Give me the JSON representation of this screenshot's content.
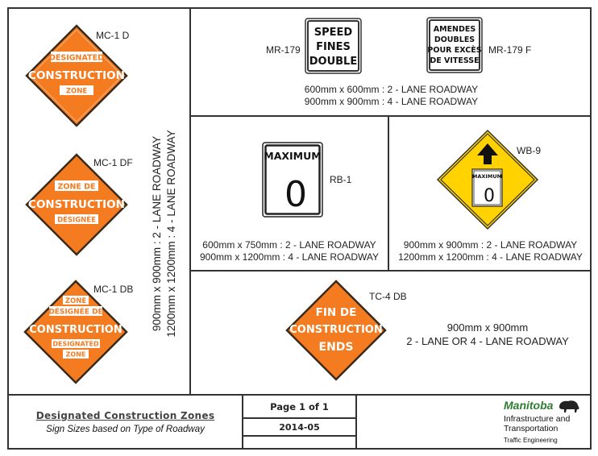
{
  "signs": {
    "mc1d": {
      "code": "MC-1 D",
      "lines": [
        "DESIGNATED",
        "CONSTRUCTION",
        "ZONE"
      ]
    },
    "mc1df": {
      "code": "MC-1 DF",
      "lines": [
        "ZONE DE",
        "CONSTRUCTION",
        "DÉSIGNÉE"
      ]
    },
    "mc1db": {
      "code": "MC-1 DB",
      "lines": [
        "ZONE",
        "DÉSIGNÉE DE",
        "CONSTRUCTION",
        "DESIGNATED",
        "ZONE"
      ]
    },
    "mr179": {
      "code": "MR-179",
      "lines": [
        "SPEED",
        "FINES",
        "DOUBLE"
      ]
    },
    "mr179f": {
      "code": "MR-179 F",
      "lines": [
        "AMENDES",
        "DOUBLES",
        "POUR EXCÈS",
        "DE VITESSE"
      ]
    },
    "rb1": {
      "code": "RB-1",
      "label": "MAXIMUM",
      "value": "0"
    },
    "wb9": {
      "code": "WB-9",
      "label": "MAXIMUM",
      "value": "0"
    },
    "tc4db": {
      "code": "TC-4 DB",
      "lines": [
        "FIN DE",
        "CONSTRUCTION",
        "ENDS"
      ]
    }
  },
  "sizes": {
    "left_col": [
      "900mm x 900mm : 2 - LANE ROADWAY",
      "1200mm x 1200mm : 4 - LANE ROADWAY"
    ],
    "mr179": [
      "600mm x 600mm : 2 - LANE ROADWAY",
      "900mm x 900mm : 4 - LANE ROADWAY"
    ],
    "rb1": [
      "600mm x 750mm : 2 - LANE ROADWAY",
      "900mm x 1200mm : 4 - LANE ROADWAY"
    ],
    "wb9": [
      "900mm x 900mm : 2 - LANE ROADWAY",
      "1200mm x 1200mm : 4 - LANE ROADWAY"
    ],
    "tc4db": [
      "900mm x 900mm",
      "2 - LANE OR 4 - LANE ROADWAY"
    ]
  },
  "title_block": {
    "title": "Designated Construction Zones",
    "subtitle": "Sign Sizes based on Type of Roadway",
    "page": "Page 1 of 1",
    "date": "2014-05",
    "org_name": "Manitoba",
    "dept_line1": "Infrastructure and",
    "dept_line2": "Transportation",
    "division": "Traffic Engineering"
  },
  "colors": {
    "orange": "#F47B20",
    "yellow": "#FFD200",
    "border": "#333333",
    "manitoba_green": "#2E7D32"
  }
}
